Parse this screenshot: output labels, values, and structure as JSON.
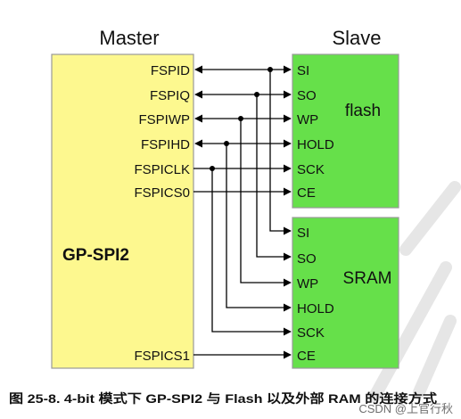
{
  "master_label": "Master",
  "slave_label": "Slave",
  "master_chip": {
    "name": "GP-SPI2",
    "pins": [
      "FSPID",
      "FSPIQ",
      "FSPIWP",
      "FSPIHD",
      "FSPICLK",
      "FSPICS0",
      "FSPICS1"
    ]
  },
  "flash_chip": {
    "name": "flash",
    "pins": [
      "SI",
      "SO",
      "WP",
      "HOLD",
      "SCK",
      "CE"
    ]
  },
  "sram_chip": {
    "name": "SRAM",
    "pins": [
      "SI",
      "SO",
      "WP",
      "HOLD",
      "SCK",
      "CE"
    ]
  },
  "caption": "图 25-8. 4-bit 模式下 GP-SPI2 与 Flash 以及外部 RAM 的连接方式",
  "watermark": "CSDN @上官行秋",
  "colors": {
    "master_fill": "#fdf88f",
    "slave_fill": "#66e04a",
    "border": "#999999",
    "wire": "#000000"
  }
}
